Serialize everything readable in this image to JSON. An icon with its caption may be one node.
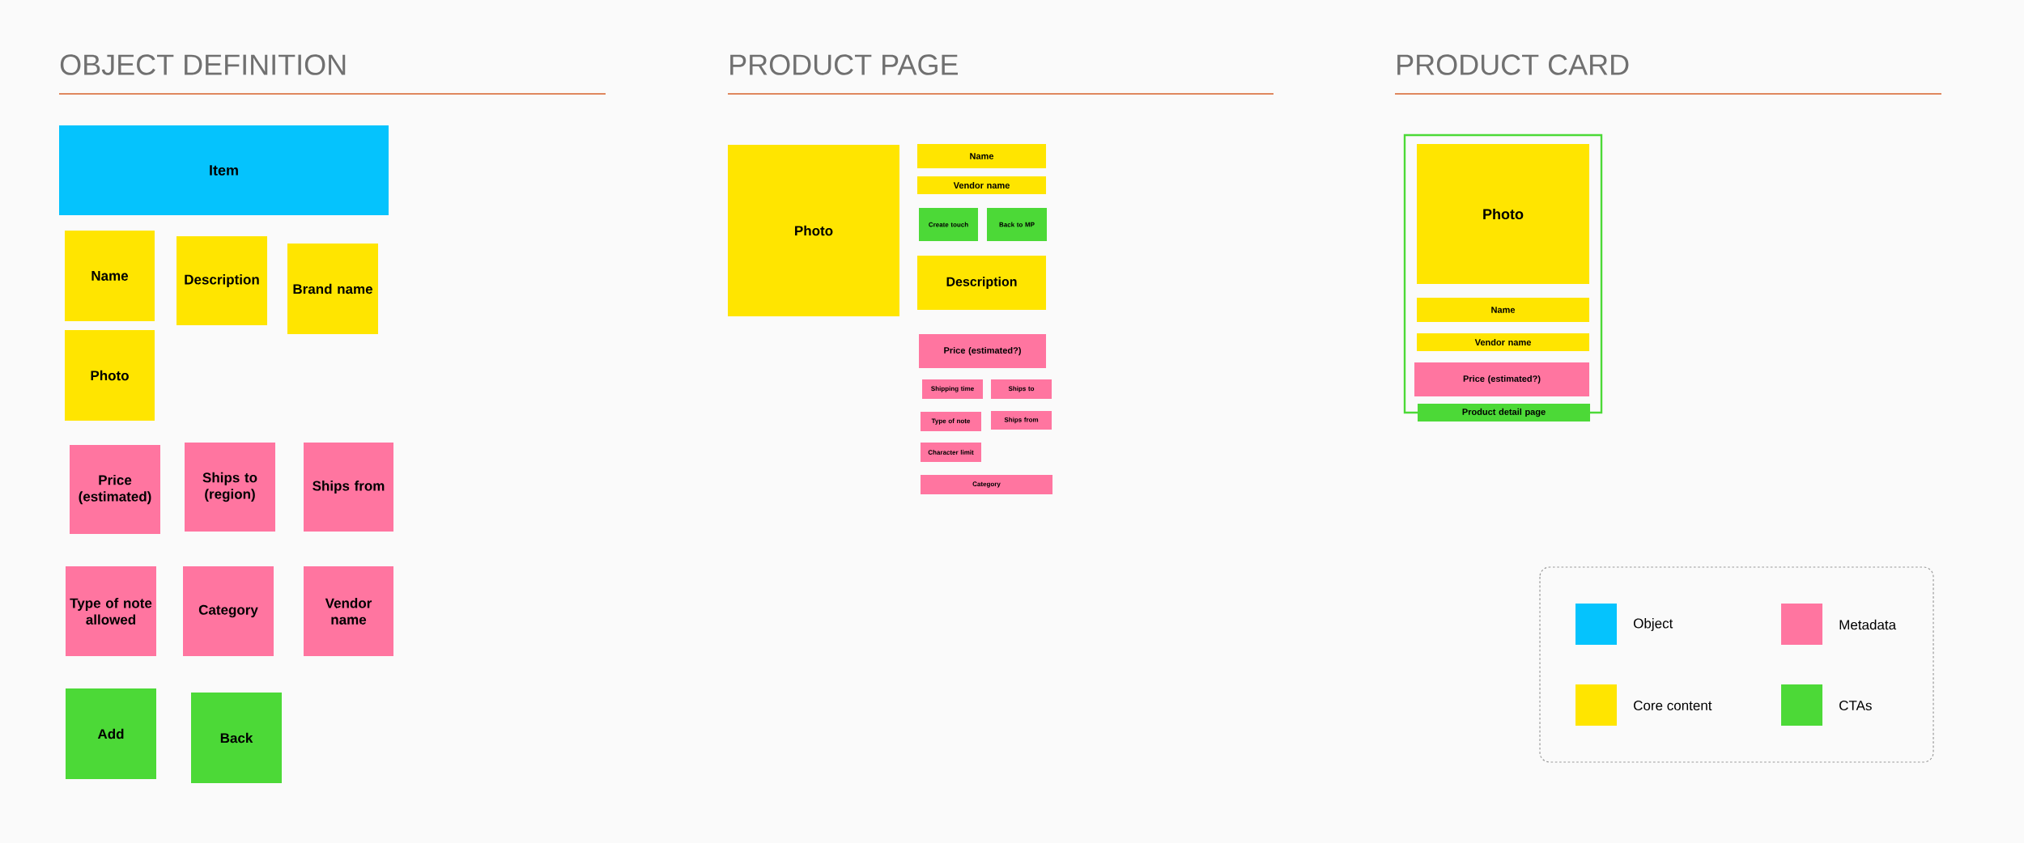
{
  "diagram": {
    "nodes": [
      {
        "text": [
          "Item"
        ]
      },
      {
        "text": [
          "Name"
        ]
      },
      {
        "text": [
          "Description"
        ]
      },
      {
        "text": [
          "Brand name"
        ]
      },
      {
        "text": [
          "Photo"
        ]
      },
      {
        "text": [
          "Price (estimated)"
        ]
      },
      {
        "text": [
          "Ships to (region)"
        ]
      },
      {
        "text": [
          "Ships from"
        ]
      },
      {
        "text": [
          "Type of note allowed"
        ]
      },
      {
        "text": [
          "Category"
        ]
      },
      {
        "text": [
          "Vendor name"
        ]
      },
      {
        "text": [
          "Add"
        ]
      },
      {
        "text": [
          "Back"
        ]
      },
      {
        "text": [
          "Photo"
        ]
      },
      {
        "text": [
          "Name"
        ]
      },
      {
        "text": [
          "Vendor name"
        ]
      },
      {
        "text": [
          "Create touch"
        ]
      },
      {
        "text": [
          "Back to MP"
        ]
      },
      {
        "text": [
          "Description"
        ]
      },
      {
        "text": [
          "Price (estimated?)"
        ]
      },
      {
        "text": [
          "Shipping time"
        ]
      },
      {
        "text": [
          "Ships to"
        ]
      },
      {
        "text": [
          "Type of note"
        ]
      },
      {
        "text": [
          "Ships from"
        ]
      },
      {
        "text": [
          "Character limit"
        ]
      },
      {
        "text": [
          "Category"
        ]
      },
      {
        "text": [],
        "shape": "box"
      },
      {
        "text": [
          "Photo"
        ],
        "in": 26
      },
      {
        "text": [
          "Name"
        ],
        "in": 26
      },
      {
        "text": [
          "Vendor name"
        ],
        "in": 26
      },
      {
        "text": [
          "Price (estimated?)"
        ],
        "in": 26
      },
      {
        "text": [
          "Product detail page"
        ]
      }
    ],
    "labels": [
      "OBJECT DEFINITION",
      "PRODUCT PAGE",
      "PRODUCT CARD"
    ],
    "legend": [
      {
        "text": "Object",
        "color": "#05c3fd"
      },
      {
        "text": "Metadata",
        "color": "#ff75a0"
      },
      {
        "text": "Core content",
        "color": "#ffe500"
      },
      {
        "text": "CTAs",
        "color": "#4cd937"
      }
    ]
  }
}
